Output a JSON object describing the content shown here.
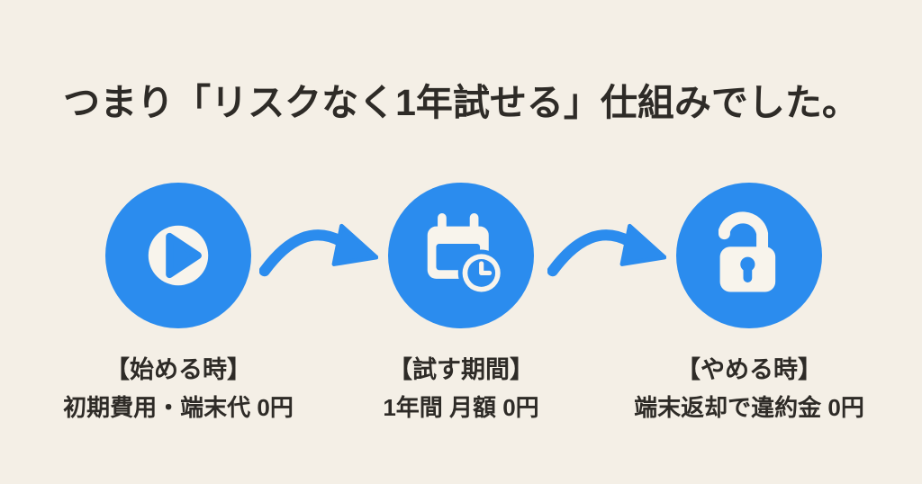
{
  "title": "つまり「リスクなく1年試せる」仕組みでした。",
  "colors": {
    "background": "#f4efe6",
    "accent": "#2b8cee",
    "icon_fill": "#f8f4ec",
    "text": "#2e2b27"
  },
  "steps": [
    {
      "icon": "play-icon",
      "heading": "【始める時】",
      "detail": "初期費用・端末代 0円"
    },
    {
      "icon": "calendar-clock-icon",
      "heading": "【試す期間】",
      "detail": "1年間 月額 0円"
    },
    {
      "icon": "unlock-icon",
      "heading": "【やめる時】",
      "detail": "端末返却で違約金 0円"
    }
  ],
  "flow": {
    "arrow": "curved-right-arrow"
  }
}
